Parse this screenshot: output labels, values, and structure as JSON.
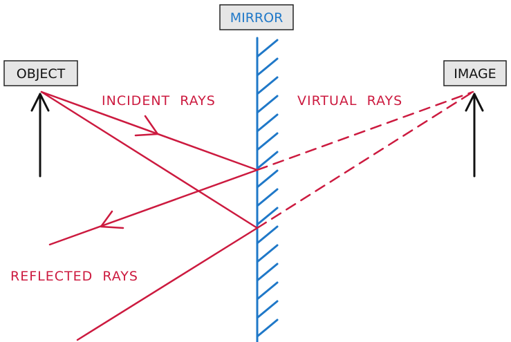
{
  "labels": {
    "mirror": "MIRROR",
    "object": "OBJECT",
    "image": "IMAGE",
    "incident_rays": "INCIDENT  RAYS",
    "virtual_rays": "VIRTUAL  RAYS",
    "reflected_rays": "REFLECTED  RAYS"
  },
  "colors": {
    "ray": "#cc1a3f",
    "mirror": "#1f78c8",
    "arrow": "#111111",
    "box_fill": "#e6e6e6",
    "box_stroke": "#222222"
  },
  "icons": {
    "object_arrow": "up-arrow",
    "image_arrow": "up-arrow",
    "ray_direction": "chevron-arrowhead"
  }
}
